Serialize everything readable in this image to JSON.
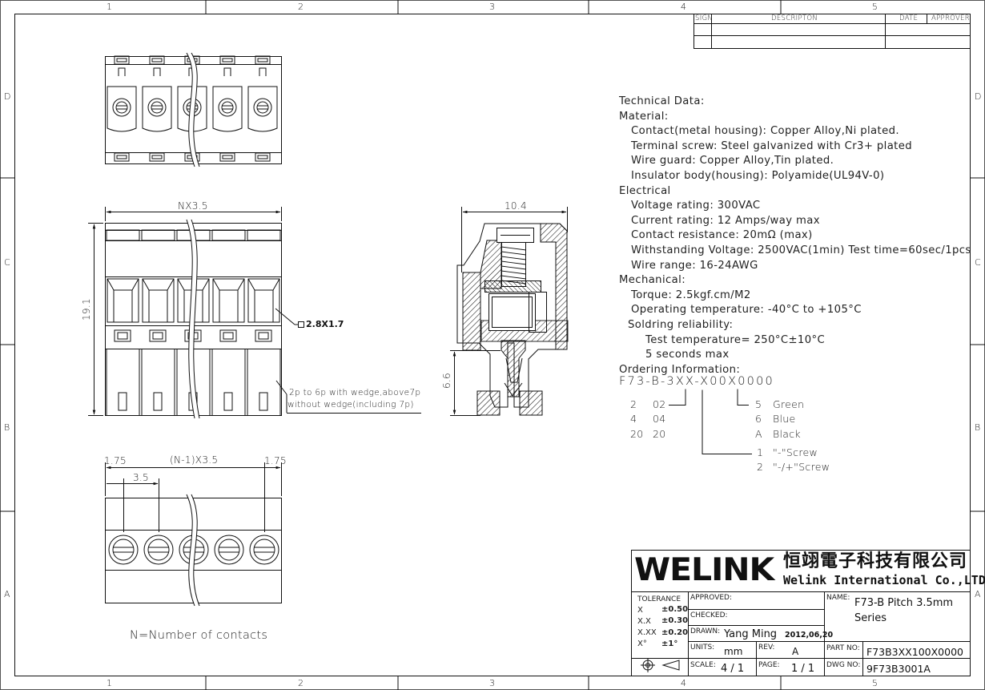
{
  "grid": {
    "columns": [
      "1",
      "2",
      "3",
      "4",
      "5"
    ],
    "rows": [
      "D",
      "C",
      "B",
      "A"
    ]
  },
  "revision_block": {
    "headers": {
      "sign": "SIGN",
      "description": "DESCRIPTON",
      "date": "DATE",
      "approver": "APPROVER"
    }
  },
  "technical_data": [
    {
      "text": "Technical Data:",
      "indent": 0
    },
    {
      "text": "Material:",
      "indent": 0
    },
    {
      "text": "Contact(metal housing): Copper Alloy,Ni plated.",
      "indent": 1
    },
    {
      "text": "Terminal screw: Steel galvanized with Cr3+ plated",
      "indent": 1
    },
    {
      "text": "Wire guard: Copper Alloy,Tin plated.",
      "indent": 1
    },
    {
      "text": "Insulator body(housing): Polyamide(UL94V-0)",
      "indent": 1
    },
    {
      "text": "Electrical",
      "indent": 0
    },
    {
      "text": "Voltage rating: 300VAC",
      "indent": 1
    },
    {
      "text": "Current rating: 12 Amps/way max",
      "indent": 1
    },
    {
      "text": "Contact resistance: 20mΩ (max)",
      "indent": 1
    },
    {
      "text": "Withstanding Voltage: 2500VAC(1min) Test time=60sec/1pcs",
      "indent": 1
    },
    {
      "text": "Wire range: 16-24AWG",
      "indent": 1
    },
    {
      "text": "Mechanical:",
      "indent": 0
    },
    {
      "text": "Torque: 2.5kgf.cm/M2",
      "indent": 1
    },
    {
      "text": "Operating temperature: -40°C to +105°C",
      "indent": 1
    },
    {
      "text": "Soldring reliability:",
      "indent": 2
    },
    {
      "text": "Test temperature= 250°C±10°C",
      "indent": 3
    },
    {
      "text": "5 seconds max",
      "indent": 3
    },
    {
      "text": "Ordering Information:",
      "indent": 0
    }
  ],
  "ordering": {
    "code": "F73-B-3XX-X00X0000",
    "poles": [
      [
        "2",
        "02"
      ],
      [
        "4",
        "04"
      ],
      [
        "20",
        "20"
      ]
    ],
    "colors": [
      [
        "5",
        "Green"
      ],
      [
        "6",
        "Blue"
      ],
      [
        "A",
        "Black"
      ]
    ],
    "screws": [
      [
        "1",
        "\"-\"Screw"
      ],
      [
        "2",
        "\"-/+\"Screw"
      ]
    ]
  },
  "dimensions": {
    "nx35": "NX3.5",
    "height": "19.1",
    "pin": "2.8X1.7",
    "wedge_note": [
      "2p to 6p with wedge,above7p",
      "without wedge(including 7p)"
    ],
    "edge_left": "1.75",
    "edge_right": "1.75",
    "n1x35": "(N-1)X3.5",
    "pitch": "3.5",
    "side_width": "10.4",
    "side_pin": "6.6"
  },
  "contacts_note": "N=Number of contacts",
  "title_block": {
    "logo": "WELINK",
    "company_cn": "恒翊電子科技有限公司",
    "company_en": "Welink International Co.,LTD.",
    "tolerance_label": "TOLERANCE",
    "tolerances": [
      [
        "X",
        "±0.50"
      ],
      [
        "X.X",
        "±0.30"
      ],
      [
        "X.XX",
        "±0.20"
      ],
      [
        "X°",
        "±1°"
      ]
    ],
    "approved_label": "APPROVED:",
    "checked_label": "CHECKED:",
    "drawn_label": "DRAWN:",
    "drawn_by": "Yang Ming",
    "drawn_date": "2012,06,20",
    "units_label": "UNITS:",
    "units": "mm",
    "rev_label": "REV:",
    "rev": "A",
    "scale_label": "SCALE:",
    "scale": "4 / 1",
    "page_label": "PAGE:",
    "page": "1 / 1",
    "name_label": "NAME:",
    "name_line1": "F73-B Pitch 3.5mm",
    "name_line2": "Series",
    "part_no_label": "PART NO:",
    "part_no": "F73B3XX100X0000",
    "dwg_no_label": "DWG NO:",
    "dwg_no": "9F73B3001A"
  },
  "colors": {
    "line": "#111111",
    "text": "#222222",
    "background": "#ffffff"
  }
}
